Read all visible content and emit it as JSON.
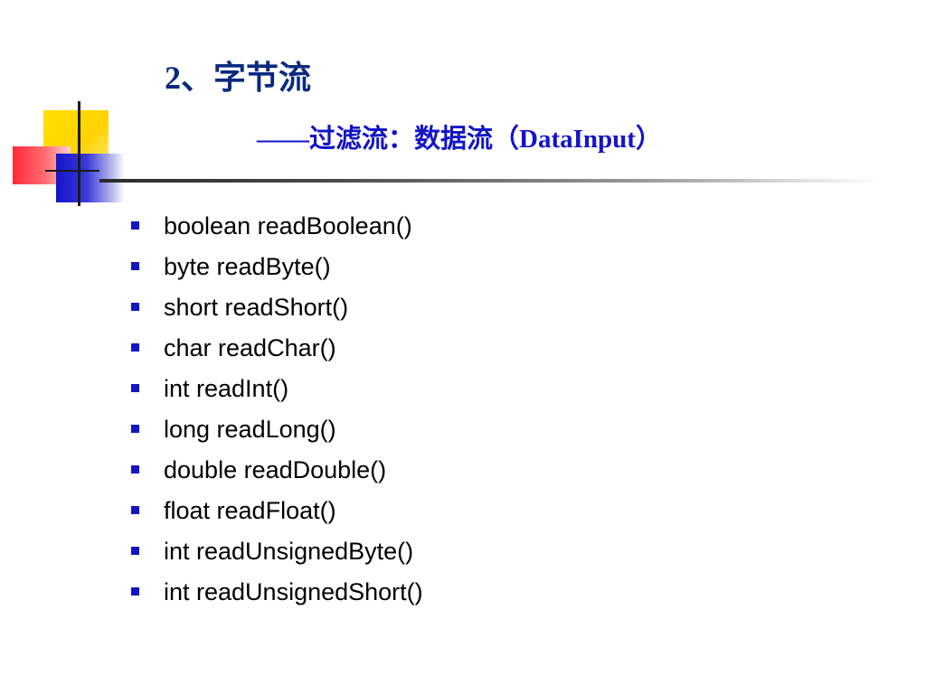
{
  "slide": {
    "title": "2、字节流",
    "subtitle": "——过滤流：数据流（DataInput）",
    "bullets": [
      "boolean readBoolean()",
      "byte readByte()",
      "short readShort()",
      "char readChar()",
      "int readInt()",
      "long readLong()",
      "double readDouble()",
      "float readFloat()",
      "int readUnsignedByte()",
      "int readUnsignedShort()"
    ]
  },
  "colors": {
    "title": "#0a2a80",
    "subtitle": "#1414c8",
    "bullet": "#1414c8",
    "text": "#000000"
  },
  "icons": {
    "bullet": "square-bullet-icon",
    "logo": "color-squares-logo-icon"
  }
}
